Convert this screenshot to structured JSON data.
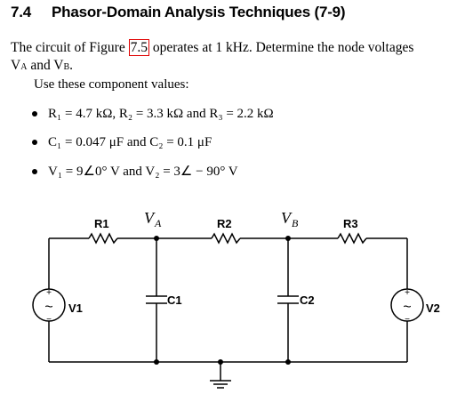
{
  "section": {
    "number": "7.4",
    "title": "Phasor-Domain Analysis Techniques (7-9)"
  },
  "problem": {
    "line1_pre": "The circuit of Figure ",
    "figure_ref": "7.5",
    "line1_post": " operates at 1 kHz.  Determine the node voltages",
    "line2": "Vₐ and Vᵦ.",
    "va_text": "V",
    "va_sub": "A",
    "and_text": " and ",
    "vb_text": "V",
    "vb_sub": "B",
    "period": ".",
    "line3": "Use these component values:"
  },
  "bullets": [
    "R₁ = 4.7 kΩ, R₂ = 3.3 kΩ and R₃ = 2.2 kΩ",
    "C₁ = 0.047 μF and C₂ = 0.1 μF",
    "V₁ = 9∠0° V and V₂ = 3∠ − 90° V"
  ],
  "circuit": {
    "r1": "R1",
    "r2": "R2",
    "r3": "R3",
    "c1": "C1",
    "c2": "C2",
    "v1": "V1",
    "v2": "V2",
    "node_a": "V",
    "node_a_sub": "A",
    "node_b": "V",
    "node_b_sub": "B",
    "plus": "+",
    "minus": "−",
    "tilde": "~"
  }
}
